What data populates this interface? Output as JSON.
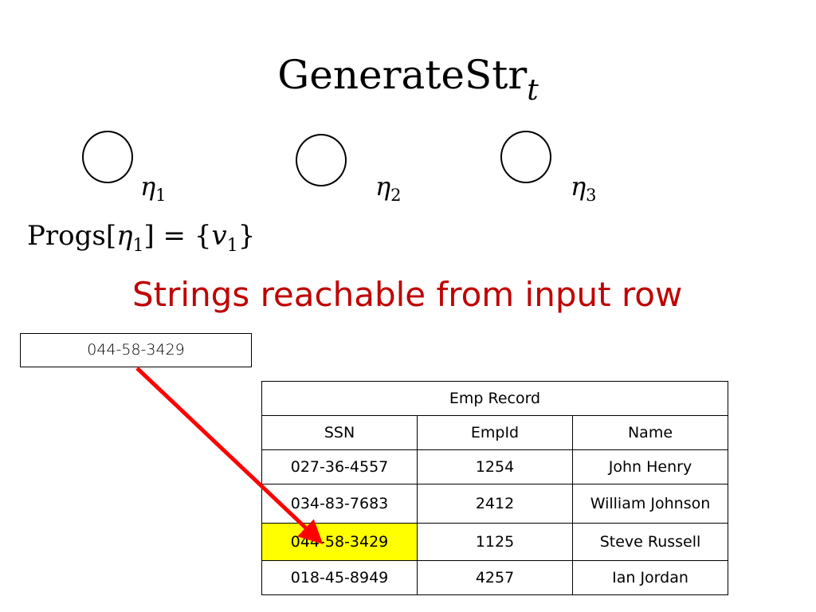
{
  "title": {
    "base": "GenerateStr",
    "subscript": "t"
  },
  "nodes": [
    {
      "symbol": "η",
      "index": "1"
    },
    {
      "symbol": "η",
      "index": "2"
    },
    {
      "symbol": "η",
      "index": "3"
    }
  ],
  "progs": {
    "name": "Progs",
    "arg_symbol": "η",
    "arg_index": "1",
    "equals": "=",
    "value_symbol": "v",
    "value_index": "1"
  },
  "heading": "Strings reachable from input row",
  "input_value": "044-58-3429",
  "table": {
    "caption": "Emp Record",
    "columns": [
      "SSN",
      "EmpId",
      "Name"
    ],
    "rows": [
      [
        "027-36-4557",
        "1254",
        "John Henry"
      ],
      [
        "034-83-7683",
        "2412",
        "William Johnson"
      ],
      [
        "044-58-3429",
        "1125",
        "Steve Russell"
      ],
      [
        "018-45-8949",
        "4257",
        "Ian Jordan"
      ]
    ],
    "highlight": {
      "row": 2,
      "col": 0,
      "color": "#ffff00"
    }
  },
  "colors": {
    "heading": "#c00000",
    "arrow": "#ff0000",
    "highlight": "#ffff00"
  }
}
